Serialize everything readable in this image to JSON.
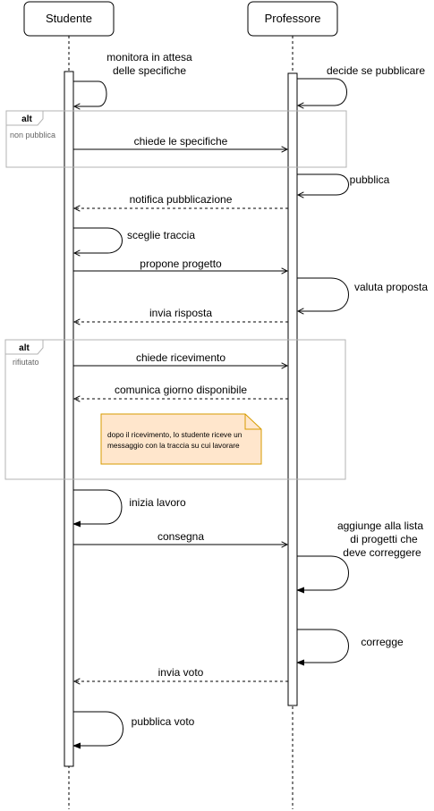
{
  "participants": {
    "student": "Studente",
    "professor": "Professore"
  },
  "self_messages": {
    "monitor_line1": "monitora in attesa",
    "monitor_line2": "delle specifiche",
    "decide": "decide se pubblicare",
    "publish": "pubblica",
    "choose_track": "sceglie traccia",
    "evaluate": "valuta proposta",
    "start_work": "inizia lavoro",
    "add_line1": "aggiunge alla lista",
    "add_line2": "di progetti che",
    "add_line3": "deve correggere",
    "correct": "corregge",
    "publish_grade": "pubblica voto"
  },
  "messages": {
    "ask_specs": "chiede le specifiche",
    "notify_pub": "notifica pubblicazione",
    "propose": "propone progetto",
    "send_reply": "invia risposta",
    "ask_meeting": "chiede ricevimento",
    "communicate_day": "comunica giorno disponibile",
    "deliver": "consegna",
    "send_grade": "invia voto"
  },
  "fragments": {
    "alt1_tag": "alt",
    "alt1_guard": "non pubblica",
    "alt2_tag": "alt",
    "alt2_guard": "rifiutato"
  },
  "note": {
    "line1": "dopo il ricevimento, lo studente riceve un",
    "line2": "messaggio con la traccia su cui lavorare",
    "fill": "#ffe6cc",
    "stroke": "#d79b00"
  }
}
